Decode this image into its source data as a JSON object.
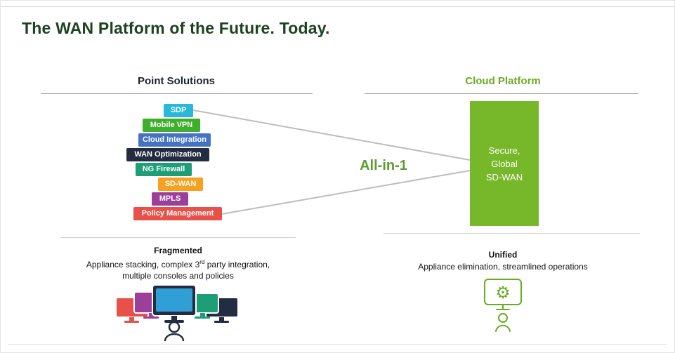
{
  "title": "The WAN Platform of the Future. Today.",
  "left_column": {
    "heading": "Point Solutions",
    "stack": [
      {
        "label": "SDP",
        "color": "#29b8d8"
      },
      {
        "label": "Mobile VPN",
        "color": "#3fae2b"
      },
      {
        "label": "Cloud Integration",
        "color": "#4472c4"
      },
      {
        "label": "WAN Optimization",
        "color": "#232c40"
      },
      {
        "label": "NG Firewall",
        "color": "#1e9e76"
      },
      {
        "label": "SD-WAN",
        "color": "#f6a21e"
      },
      {
        "label": "MPLS",
        "color": "#9b3f9b"
      },
      {
        "label": "Policy Management",
        "color": "#e8514a"
      }
    ],
    "summary": {
      "title": "Fragmented",
      "line1_pre": "Appliance stacking, complex 3",
      "line1_sup": "rd",
      "line1_post": " party integration,",
      "line2": "multiple consoles and policies"
    }
  },
  "center": {
    "all_in_one_label": "All-in-1"
  },
  "right_column": {
    "heading": "Cloud Platform",
    "platform_box": {
      "lines": [
        "Secure,",
        "Global",
        "SD-WAN"
      ],
      "color": "#76b82a"
    },
    "summary": {
      "title": "Unified",
      "line": "Appliance elimination, streamlined operations"
    }
  },
  "icons": {
    "gear": "⚙"
  },
  "colors": {
    "title_green": "#1c4220",
    "heading_green": "#6aab25",
    "all_in_one_green": "#5f9c33",
    "brand_green": "#76b82a",
    "connector_gray": "#bdbdbd"
  }
}
